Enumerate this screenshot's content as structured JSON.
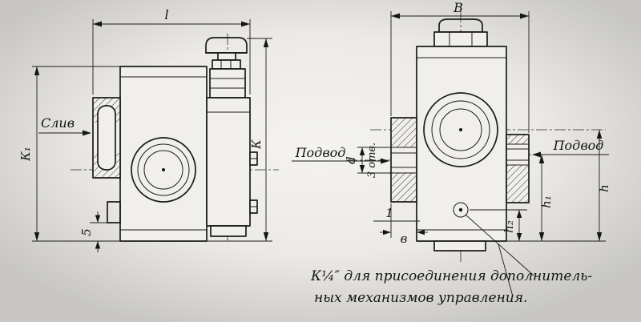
{
  "drawing": {
    "left_view": {
      "label_sliv": "Слив",
      "dim_length": "l",
      "dim_k1": "К₁",
      "dim_k": "К",
      "dim_5": "5"
    },
    "right_view": {
      "label_podvod_left": "Подвод",
      "label_podvod_right": "Подвод",
      "dim_width": "В",
      "dim_d": "d",
      "dim_holes": "3 отв.",
      "dim_h1": "h₁",
      "dim_h2": "h₂",
      "dim_h": "h",
      "dim_b": "в",
      "dim_1": "1"
    },
    "note": {
      "line1": "К¼″ для присоединения дополнитель-",
      "line2": "ных механизмов управления."
    }
  }
}
